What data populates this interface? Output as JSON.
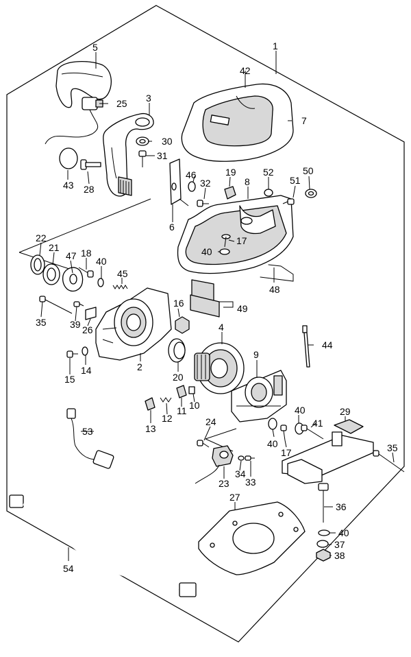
{
  "parts": [
    {
      "ref": "1"
    },
    {
      "ref": "2"
    },
    {
      "ref": "3"
    },
    {
      "ref": "4"
    },
    {
      "ref": "5"
    },
    {
      "ref": "6"
    },
    {
      "ref": "7"
    },
    {
      "ref": "8"
    },
    {
      "ref": "9"
    },
    {
      "ref": "10"
    },
    {
      "ref": "11"
    },
    {
      "ref": "12"
    },
    {
      "ref": "13"
    },
    {
      "ref": "14"
    },
    {
      "ref": "15"
    },
    {
      "ref": "16"
    },
    {
      "ref": "17"
    },
    {
      "ref": "17"
    },
    {
      "ref": "18"
    },
    {
      "ref": "19"
    },
    {
      "ref": "20"
    },
    {
      "ref": "21"
    },
    {
      "ref": "22"
    },
    {
      "ref": "23"
    },
    {
      "ref": "24"
    },
    {
      "ref": "25"
    },
    {
      "ref": "26"
    },
    {
      "ref": "27"
    },
    {
      "ref": "28"
    },
    {
      "ref": "29"
    },
    {
      "ref": "30"
    },
    {
      "ref": "31"
    },
    {
      "ref": "32"
    },
    {
      "ref": "33"
    },
    {
      "ref": "34"
    },
    {
      "ref": "35"
    },
    {
      "ref": "35"
    },
    {
      "ref": "36"
    },
    {
      "ref": "37"
    },
    {
      "ref": "38"
    },
    {
      "ref": "39"
    },
    {
      "ref": "40"
    },
    {
      "ref": "40"
    },
    {
      "ref": "40"
    },
    {
      "ref": "40"
    },
    {
      "ref": "40"
    },
    {
      "ref": "41"
    },
    {
      "ref": "42"
    },
    {
      "ref": "43"
    },
    {
      "ref": "44"
    },
    {
      "ref": "45"
    },
    {
      "ref": "46"
    },
    {
      "ref": "47"
    },
    {
      "ref": "48"
    },
    {
      "ref": "49"
    },
    {
      "ref": "50"
    },
    {
      "ref": "51"
    },
    {
      "ref": "52"
    },
    {
      "ref": "53"
    },
    {
      "ref": "54"
    }
  ]
}
